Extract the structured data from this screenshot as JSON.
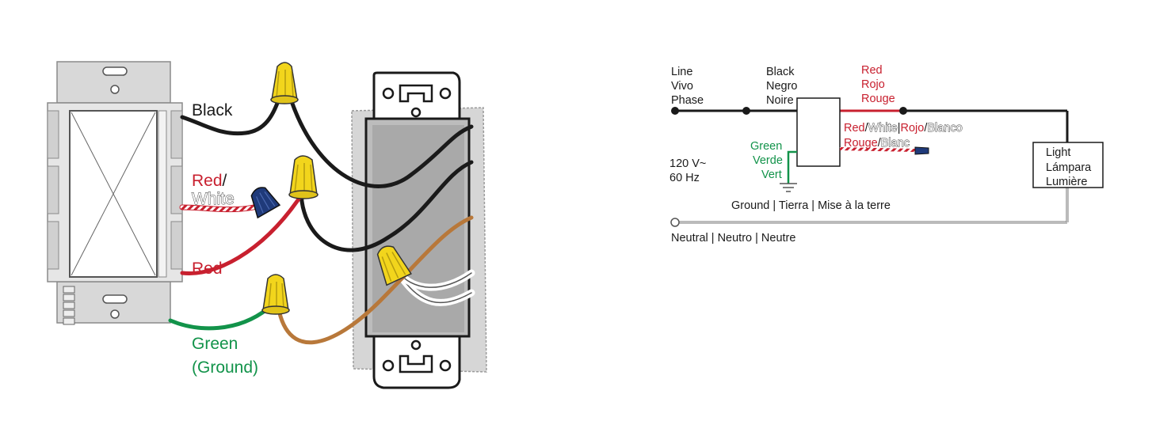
{
  "illustration": {
    "labels": {
      "black": "Black",
      "red_white_1": "Red",
      "red_white_sep": "/",
      "red_white_2": "White",
      "red": "Red",
      "green_1": "Green",
      "green_2": "(Ground)"
    }
  },
  "schematic": {
    "line": [
      "Line",
      "Vivo",
      "Phase"
    ],
    "black": [
      "Black",
      "Negro",
      "Noire"
    ],
    "red": [
      "Red",
      "Rojo",
      "Rouge"
    ],
    "green": [
      "Green",
      "Verde",
      "Vert"
    ],
    "voltage": [
      "120 V~",
      "60 Hz"
    ],
    "red_white_row1": {
      "red": "Red",
      "sep1": "/",
      "white": "White",
      "sep2": "|",
      "rojo": "Rojo",
      "sep3": "/",
      "blanco": "Blanco"
    },
    "red_white_row2": {
      "rouge": "Rouge",
      "sep": "/",
      "blanc": "Blanc"
    },
    "ground": "Ground | Tierra | Mise à la terre",
    "neutral": "Neutral | Neutro | Neutre",
    "light": [
      "Light",
      "Lámpara",
      "Lumière"
    ]
  },
  "colors": {
    "black_wire": "#1a1a1a",
    "red_wire": "#c8202f",
    "green_wire": "#12934a",
    "copper_wire": "#b8783a",
    "wire_nut_yellow": "#f2d51c",
    "wire_nut_blue": "#1f3a7a",
    "switch_gray": "#d8d8d8",
    "box_gray": "#b9b9b9"
  }
}
